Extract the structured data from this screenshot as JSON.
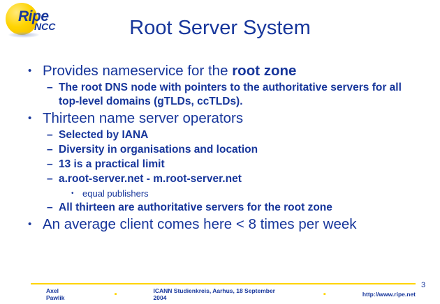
{
  "logo": {
    "name": "ripe-ncc-logo",
    "word_top": "Ripe",
    "word_bottom": "NCC",
    "ball_color": "#ffd400",
    "text_color": "#17369b"
  },
  "slide": {
    "title": "Root Server System",
    "accent_color": "#17369b",
    "rule_color": "#ffd400",
    "page_number": "3"
  },
  "bullets": [
    {
      "level": 1,
      "marker": "•",
      "text_before": "Provides nameservice for the ",
      "text_bold": "root zone",
      "text_after": ""
    },
    {
      "level": 2,
      "marker": "–",
      "text": "The root DNS node with pointers to the authoritative servers for all top-level domains (gTLDs, ccTLDs)."
    },
    {
      "level": 1,
      "marker": "•",
      "text_before": "Thirteen name server operators",
      "text_bold": "",
      "text_after": ""
    },
    {
      "level": 2,
      "marker": "–",
      "text": "Selected by IANA"
    },
    {
      "level": 2,
      "marker": "–",
      "text": "Diversity in organisations and location"
    },
    {
      "level": 2,
      "marker": "–",
      "text": "13 is a practical limit"
    },
    {
      "level": 2,
      "marker": "–",
      "text": "a.root-server.net - m.root-server.net"
    },
    {
      "level": 3,
      "marker": "•",
      "text": "equal publishers"
    },
    {
      "level": 2,
      "marker": "–",
      "text": "All thirteen are authoritative servers for the root zone"
    },
    {
      "level": 1,
      "marker": "•",
      "text_before": "An average client comes here < 8 times per week",
      "text_bold": "",
      "text_after": ""
    }
  ],
  "footer": {
    "author": "Axel  Pawlik",
    "separator": "▪",
    "event": "ICANN Studienkreis, Aarhus, 18 September 2004",
    "url": "http://www.ripe.net"
  }
}
